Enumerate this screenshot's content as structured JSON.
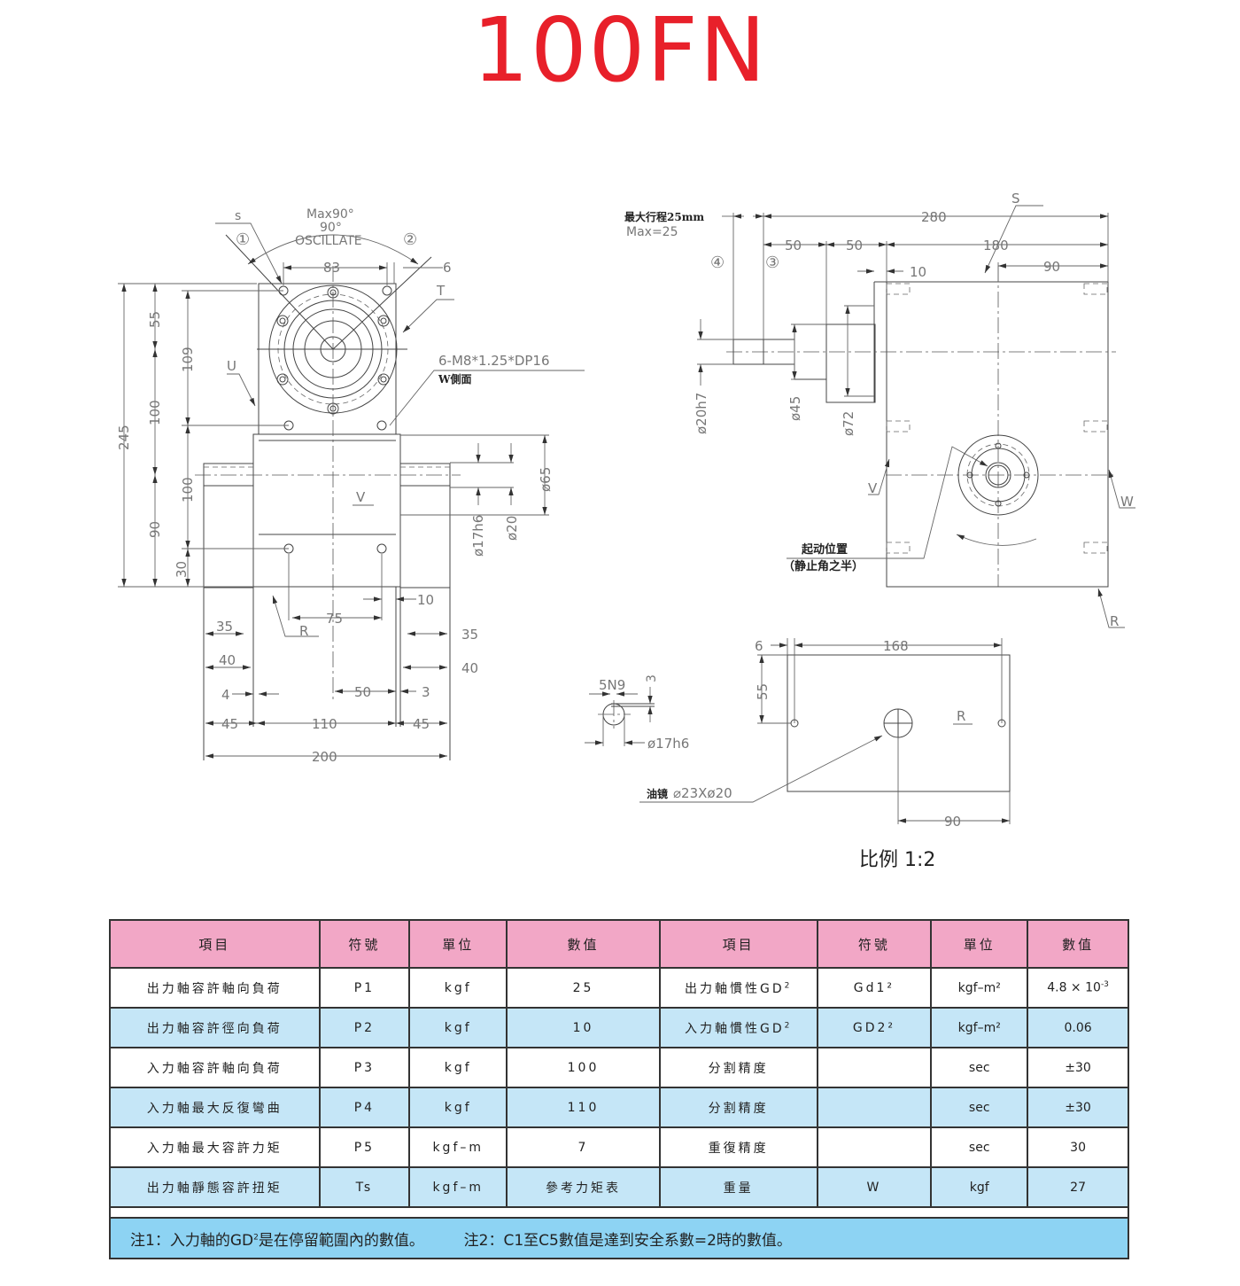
{
  "page": {
    "title": "100FN",
    "title_color": "#e8202a",
    "scale_label": "比例 1:2"
  },
  "drawing": {
    "front_view": {
      "labels": {
        "s": "s",
        "circle1": "①",
        "circle2": "②",
        "max_angle": "Max90°",
        "angle": "90°",
        "oscillate": "OSCILLATE",
        "T": "T",
        "U": "U",
        "V": "V",
        "R": "R",
        "tap_spec": "6-M8*1.25*DP16",
        "tap_side": "W側面"
      },
      "dimensions": {
        "top_width": "83",
        "top_offset": "6",
        "left_55": "55",
        "left_109": "109",
        "left_245": "245",
        "left_100a": "100",
        "left_100b": "100",
        "left_90": "90",
        "left_30": "30",
        "phi65": "ø65",
        "phi20": "ø20",
        "phi17h6": "ø17h6",
        "d10": "10",
        "d75": "75",
        "d35_left": "35",
        "d35_right": "35",
        "d40_left": "40",
        "d40_right": "40",
        "d4": "4",
        "d50": "50",
        "d3": "3",
        "d45_left": "45",
        "d110": "110",
        "d45_right": "45",
        "d200": "200"
      }
    },
    "side_view": {
      "labels": {
        "max_stroke": "最大行程25mm",
        "max_eq": "Max=25",
        "circle4": "④",
        "circle3": "③",
        "S": "S",
        "V": "V",
        "W": "W",
        "R": "R",
        "start_pos": "起动位置",
        "start_pos_note": "（静止角之半）"
      },
      "dimensions": {
        "d280": "280",
        "d50a": "50",
        "d50b": "50",
        "d180": "180",
        "d90": "90",
        "d10": "10",
        "phi20h7": "ø20h7",
        "phi45": "ø45",
        "phi72": "ø72"
      }
    },
    "key_detail": {
      "key": "5N9",
      "depth": "3",
      "shaft": "ø17h6"
    },
    "bottom_view": {
      "labels": {
        "R": "R",
        "oil_sight": "油镜",
        "oil_sight_spec": "⌀23Xø20"
      },
      "dimensions": {
        "d6": "6",
        "d168": "168",
        "d55": "55",
        "d90": "90"
      }
    }
  },
  "spec_table": {
    "headers": [
      "項目",
      "符號",
      "單位",
      "數值",
      "項目",
      "符號",
      "單位",
      "數值"
    ],
    "rows": [
      {
        "item": "出力軸容許軸向負荷",
        "symbol": "P1",
        "unit": "kgf",
        "value": "25",
        "item2": "出力軸慣性GD",
        "item2_sup": "2",
        "symbol2": "Gd1²",
        "unit2": "kgf–m²",
        "value2": "4.8 × 10",
        "value2_sup": "-3"
      },
      {
        "item": "出力軸容許徑向負荷",
        "symbol": "P2",
        "unit": "kgf",
        "value": "10",
        "item2": "入力軸慣性GD",
        "item2_sup": "2",
        "symbol2": "GD2²",
        "unit2": "kgf–m²",
        "value2": "0.06",
        "value2_sup": ""
      },
      {
        "item": "入力軸容許軸向負荷",
        "symbol": "P3",
        "unit": "kgf",
        "value": "100",
        "item2": "分割精度",
        "item2_sup": "",
        "symbol2": "",
        "unit2": "sec",
        "value2": "±30",
        "value2_sup": ""
      },
      {
        "item": "入力軸最大反復彎曲",
        "symbol": "P4",
        "unit": "kgf",
        "value": "110",
        "item2": "分割精度",
        "item2_sup": "",
        "symbol2": "",
        "unit2": "sec",
        "value2": "±30",
        "value2_sup": ""
      },
      {
        "item": "入力軸最大容許力矩",
        "symbol": "P5",
        "unit": "kgf–m",
        "value": "7",
        "item2": "重復精度",
        "item2_sup": "",
        "symbol2": "",
        "unit2": "sec",
        "value2": "30",
        "value2_sup": ""
      },
      {
        "item": "出力軸靜態容許扭矩",
        "symbol": "Ts",
        "unit": "kgf–m",
        "value": "參考力矩表",
        "item2": "重量",
        "item2_sup": "",
        "symbol2": "W",
        "unit2": "kgf",
        "value2": "27",
        "value2_sup": ""
      }
    ],
    "note1_prefix": "注1：入力軸的GD",
    "note1_sup": "2",
    "note1_suffix": "是在停留範圍內的數值。",
    "note2": "注2：C1至C5數值是達到安全系數=2時的數值。",
    "colors": {
      "header": "#f2a7c6",
      "row_alt": "#c5e6f7",
      "note": "#8dd3f3"
    }
  }
}
